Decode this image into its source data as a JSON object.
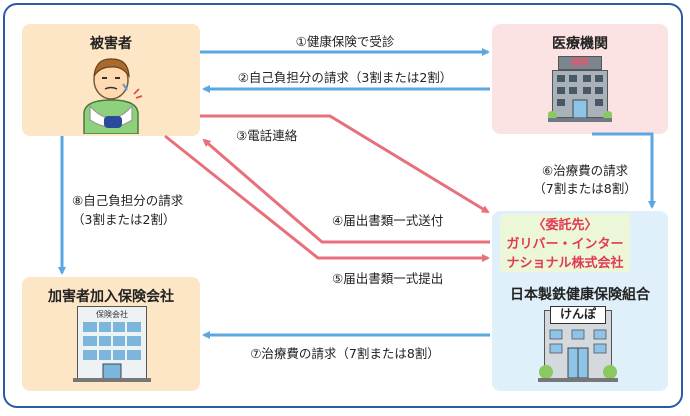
{
  "nodes": {
    "victim": "被害者",
    "hospital": "医療機関",
    "insurer": "加害者加入保険会社",
    "kenpo": "日本製鉄健康保険組合"
  },
  "agent": {
    "heading": "〈委託先〉",
    "name_line1": "ガリバー・インター",
    "name_line2": "ナショナル株式会社"
  },
  "building_signs": {
    "hospital": "病院",
    "insurer": "保険会社",
    "kenpo": "けんぽ"
  },
  "flows": {
    "f1": "①健康保険で受診",
    "f2": "②自己負担分の請求（3割または2割）",
    "f3": "③電話連絡",
    "f4": "④届出書類一式送付",
    "f5": "⑤届出書類一式提出",
    "f6_line1": "⑥治療費の請求",
    "f6_line2": "（7割または8割）",
    "f7": "⑦治療費の請求（7割または8割）",
    "f8_line1": "⑧自己負担分の請求",
    "f8_line2": "（3割または2割）"
  },
  "colors": {
    "frame": "#2d5aa6",
    "blue_arrow": "#5ba7e0",
    "red_arrow": "#e8707a",
    "victim_box": "#fde6c6",
    "hospital_box": "#fbe3e3",
    "kenpo_box": "#dff0fb",
    "agent_box": "#ecf6d9",
    "agent_text": "#e13a52"
  }
}
